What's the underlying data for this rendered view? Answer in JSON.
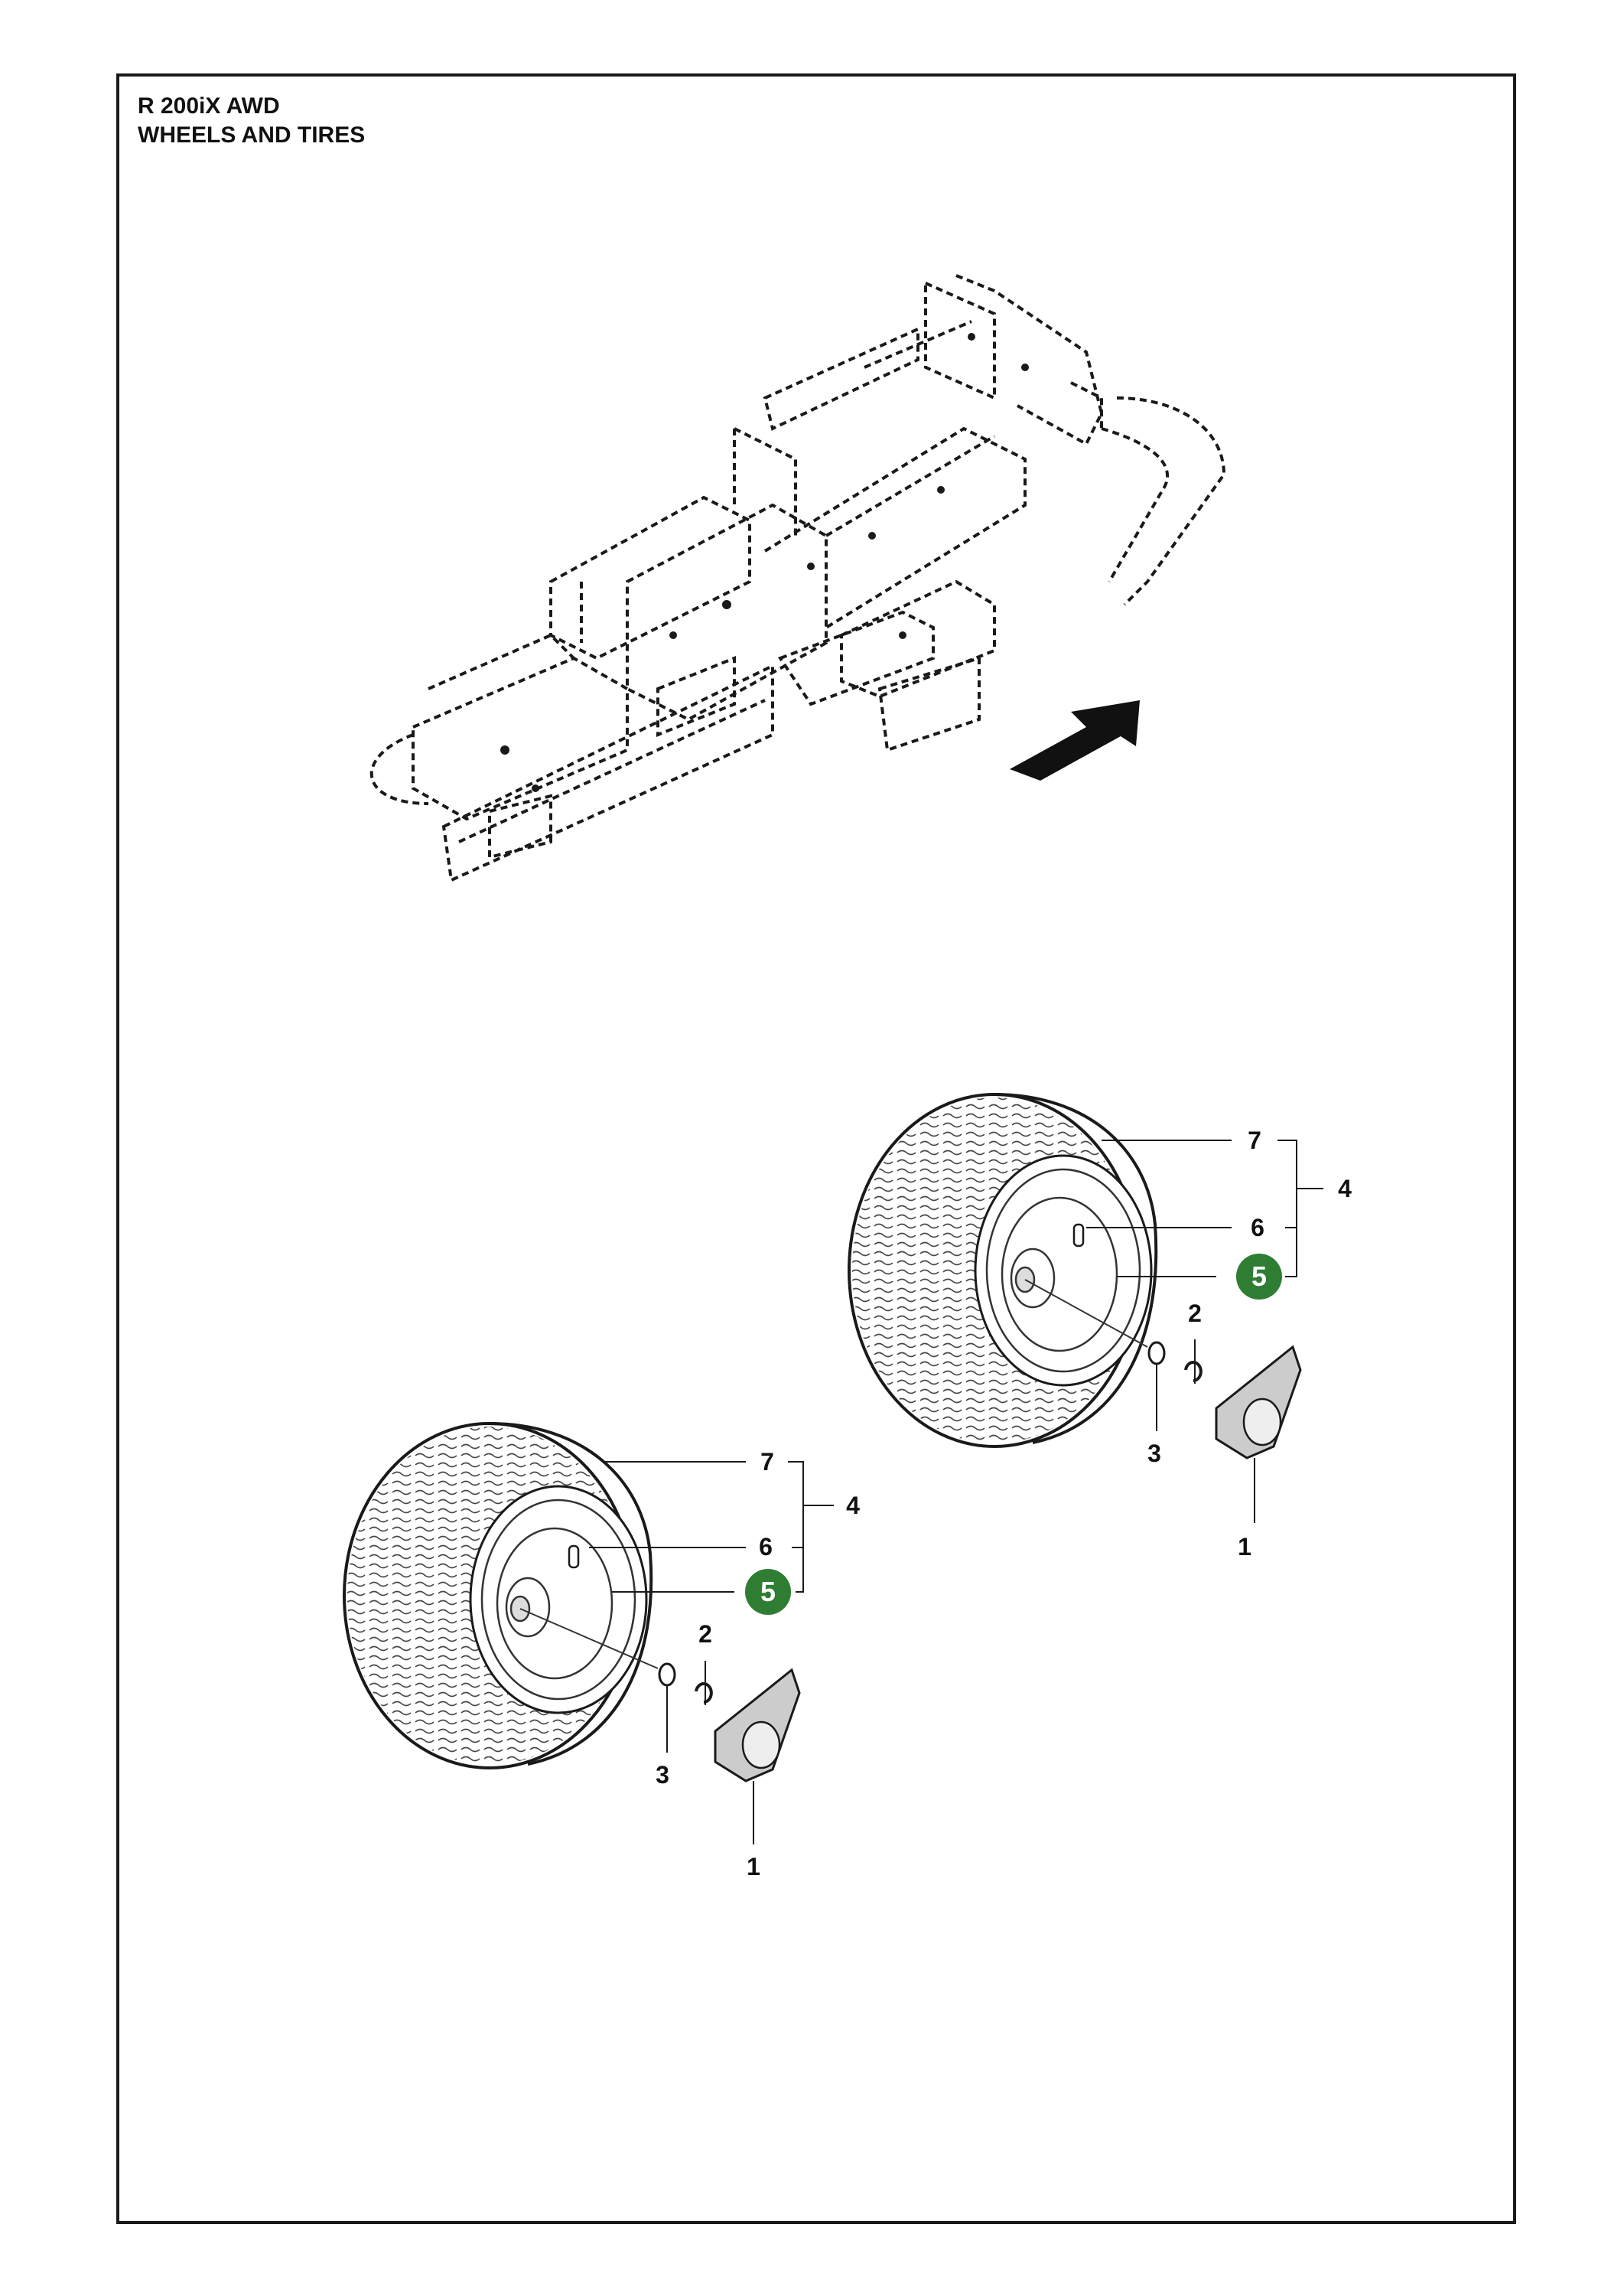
{
  "header": {
    "model": "R 200iX AWD",
    "section": "WHEELS AND TIRES"
  },
  "callouts": {
    "upper_wheel": {
      "tire": "7",
      "assembly": "4",
      "valve": "6",
      "rim": "5",
      "washer_clip": "2",
      "washer": "3",
      "cap": "1"
    },
    "lower_wheel": {
      "tire": "7",
      "assembly": "4",
      "valve": "6",
      "rim": "5",
      "washer_clip": "2",
      "washer": "3",
      "cap": "1"
    }
  },
  "colors": {
    "line": "#1a1a1a",
    "highlight_badge": "#2e7d32",
    "highlight_text": "#ffffff"
  },
  "icons": {
    "direction": "arrow-up-right-icon"
  }
}
